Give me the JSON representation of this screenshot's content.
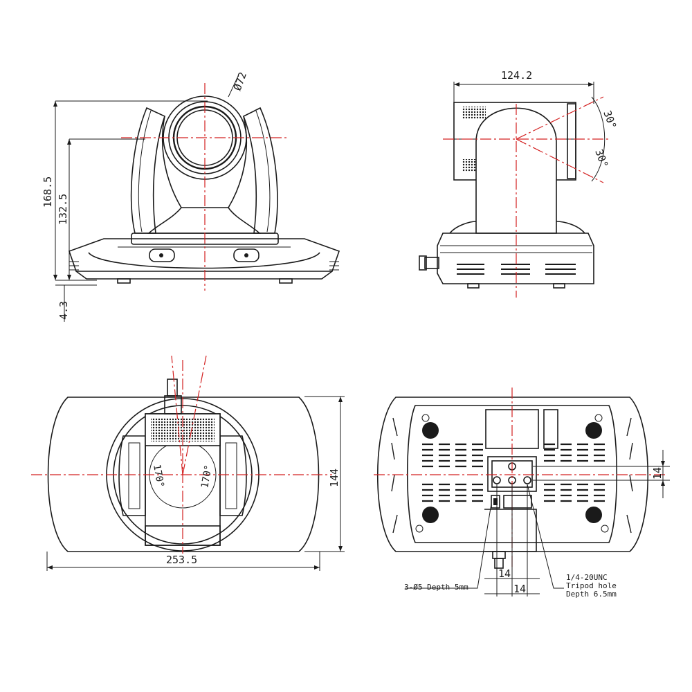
{
  "front_view": {
    "lens_diameter": "Ø72",
    "height_total": "168.5",
    "height_center": "132.5",
    "base_offset": "4.3"
  },
  "side_view": {
    "width": "124.2",
    "tilt_up": "30°",
    "tilt_down": "30°"
  },
  "top_view": {
    "width": "253.5",
    "depth": "144",
    "pan_left": "170°",
    "pan_right": "170°"
  },
  "bottom_view": {
    "hole_spacing_v": "14",
    "hole_spacing_h1": "14",
    "hole_spacing_h2": "14",
    "screw_note": "3-Ø5 Depth 5mm",
    "tripod_note_line1": "1/4-20UNC",
    "tripod_note_line2": "Tripod hole",
    "tripod_note_line3": "Depth 6.5mm"
  }
}
